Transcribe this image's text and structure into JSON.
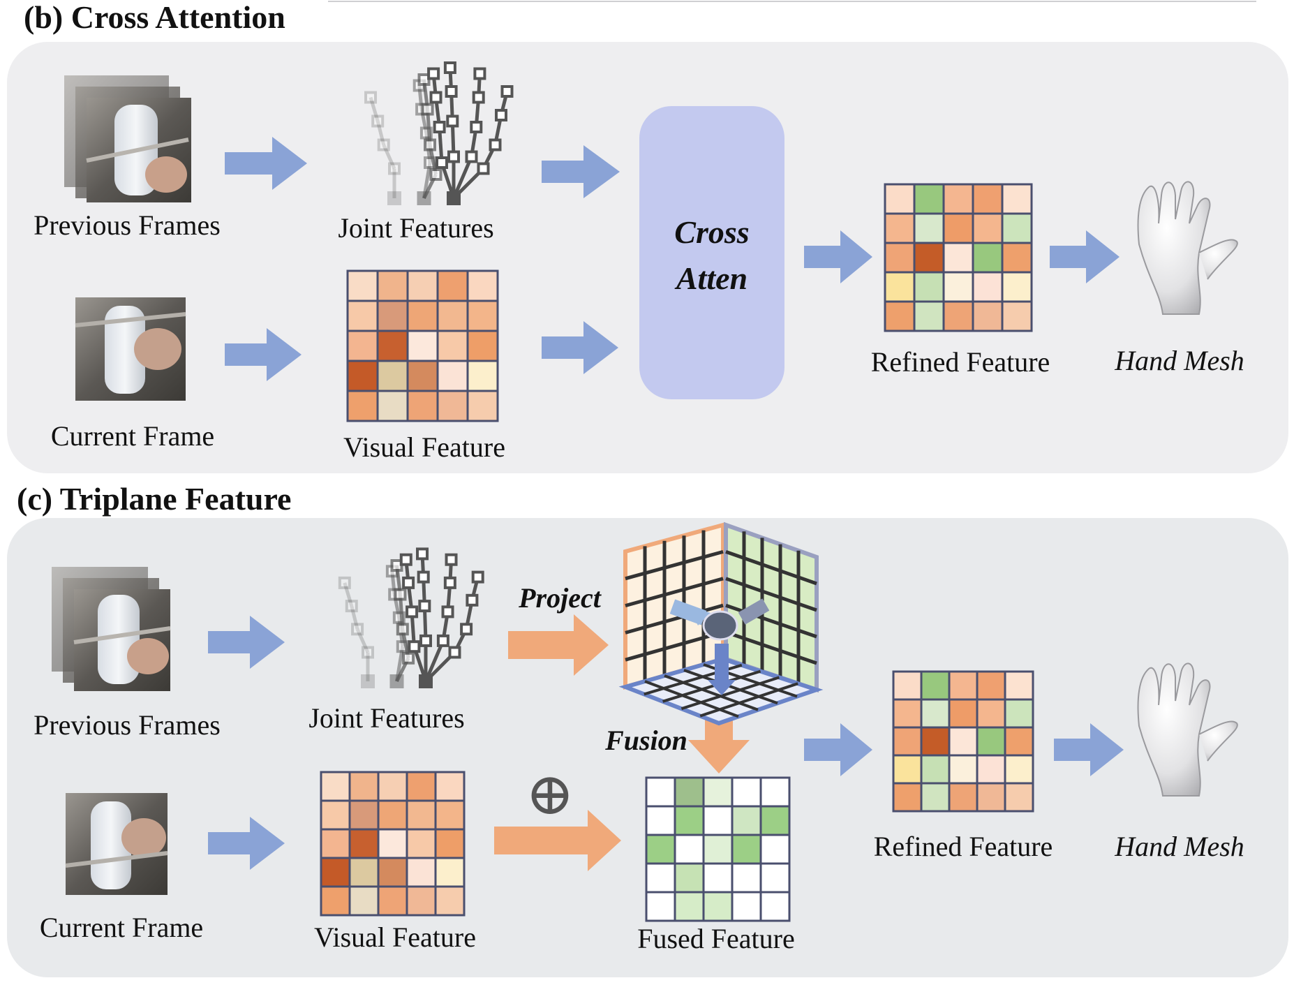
{
  "section_b": {
    "title": "(b) Cross Attention",
    "labels": {
      "previous_frames": "Previous Frames",
      "joint_features": "Joint Features",
      "current_frame": "Current Frame",
      "visual_feature": "Visual Feature",
      "cross_atten_line1": "Cross",
      "cross_atten_line2": "Atten",
      "refined_feature": "Refined Feature",
      "hand_mesh": "Hand Mesh"
    }
  },
  "section_c": {
    "title": "(c) Triplane Feature",
    "labels": {
      "previous_frames": "Previous Frames",
      "joint_features": "Joint Features",
      "project": "Project",
      "fusion": "Fusion",
      "plus_symbol": "⊕",
      "current_frame": "Current Frame",
      "visual_feature": "Visual Feature",
      "fused_feature": "Fused Feature",
      "refined_feature": "Refined Feature",
      "hand_mesh": "Hand Mesh"
    }
  },
  "colors": {
    "panel_bg": "#eeeef0",
    "panel_bg_c": "#e8eaec",
    "blue_arrow": "#8aa3d6",
    "orange_arrow": "#f0a97a",
    "cross_atten_box": "#c3c9ef",
    "grid_line": "#4a4f6e"
  },
  "grids": {
    "visual_feature": [
      [
        "#f9dcc6",
        "#f0b48c",
        "#f6cfb3",
        "#eea06f",
        "#fad7c0"
      ],
      [
        "#f7c9a8",
        "#d89a7a",
        "#eea676",
        "#f2b890",
        "#f3b58a"
      ],
      [
        "#f3b590",
        "#c7602f",
        "#fce8dc",
        "#f7c9a8",
        "#ee9e68"
      ],
      [
        "#c45a28",
        "#dcc9a0",
        "#d48a5e",
        "#fbe3d6",
        "#fcefcc"
      ],
      [
        "#eea06c",
        "#e8dcc4",
        "#eea476",
        "#f0b896",
        "#f6ccad"
      ]
    ],
    "refined_feature": [
      [
        "#fbdcc8",
        "#98c87e",
        "#f4b690",
        "#efa070",
        "#fce2d0"
      ],
      [
        "#f4b68e",
        "#d8e8cc",
        "#ee9c68",
        "#f4b68e",
        "#cce4bc"
      ],
      [
        "#efa476",
        "#c45c28",
        "#fce6d8",
        "#98c87e",
        "#eea06c"
      ],
      [
        "#fae39c",
        "#c6e0b4",
        "#fbf0dc",
        "#fce2d6",
        "#fcefcc"
      ],
      [
        "#eea06c",
        "#d0e4c0",
        "#eea476",
        "#f0b896",
        "#f6ccad"
      ]
    ],
    "fused_feature": [
      [
        "#ffffff",
        "#9ebf8c",
        "#e6f2dc",
        "#ffffff",
        "#ffffff"
      ],
      [
        "#ffffff",
        "#9ccf86",
        "#ffffff",
        "#cfe6c2",
        "#9ccf86"
      ],
      [
        "#9ccf86",
        "#ffffff",
        "#e0f0d6",
        "#9ccf86",
        "#ffffff"
      ],
      [
        "#ffffff",
        "#c6e2b4",
        "#ffffff",
        "#ffffff",
        "#ffffff"
      ],
      [
        "#ffffff",
        "#d6ecc8",
        "#d6ecc8",
        "#ffffff",
        "#ffffff"
      ]
    ]
  }
}
